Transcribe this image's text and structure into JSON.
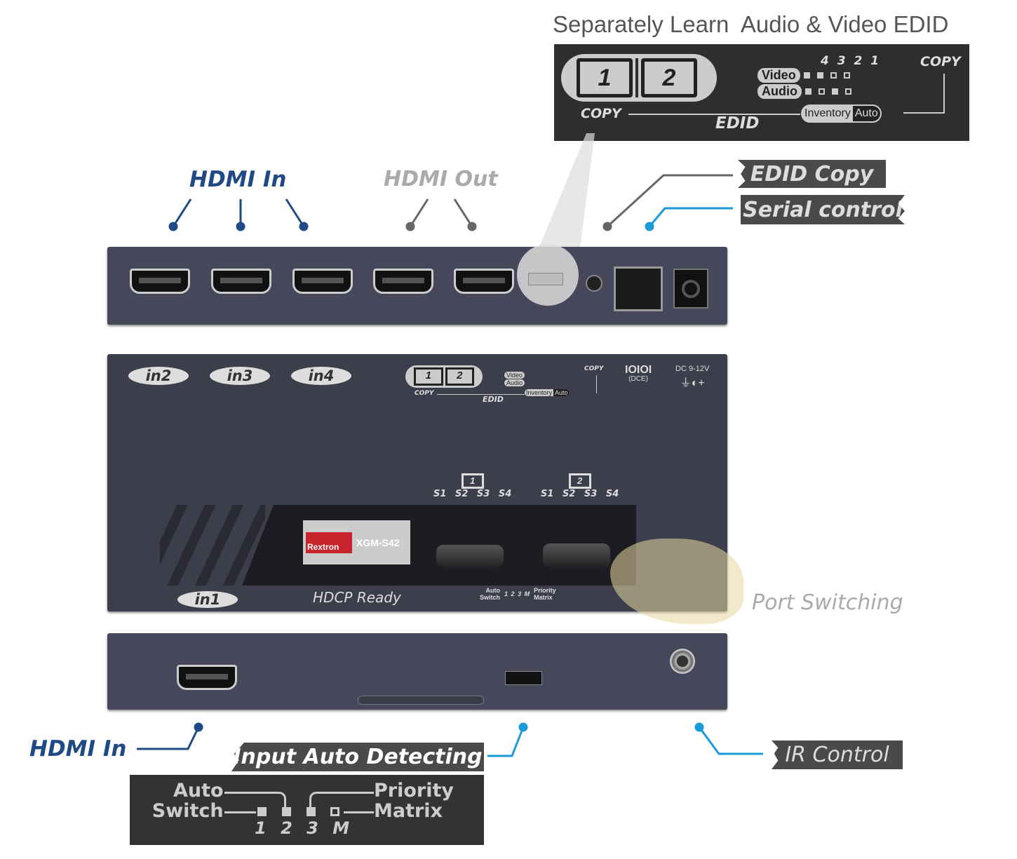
{
  "title": "Separately Learn  Audio & Video EDID",
  "edid_panel": {
    "monitors": [
      "1",
      "2"
    ],
    "port_numbers": [
      "4",
      "3",
      "2",
      "1"
    ],
    "rows": [
      "Video",
      "Audio"
    ],
    "copy_left": "COPY",
    "copy_right": "COPY",
    "edid": "EDID",
    "inventory": "Inventory",
    "auto": "Auto"
  },
  "labels": {
    "hdmi_in_top": "HDMI In",
    "hdmi_out": "HDMI Out",
    "edid_copy": "EDID Copy",
    "serial_control": "Serial control",
    "port_switching": "Port Switching",
    "hdmi_in_bottom": "HDMI In",
    "input_auto_detecting": "Input Auto Detecting",
    "ir_control": "IR Control"
  },
  "device_top": {
    "inputs": [
      "in2",
      "in3",
      "in4"
    ],
    "input1": "in1",
    "serial": "IOIOI",
    "serial_sub": "(DCE)",
    "power": "DC 9-12V",
    "power_symbol": "+",
    "outputs": [
      "1",
      "2"
    ],
    "sources": [
      "S1",
      "S2",
      "S3",
      "S4"
    ],
    "model": "XGM-S42",
    "brand": "Rextron",
    "hdcp": "HDCP Ready",
    "auto_switch": "Auto Switch",
    "priority_matrix": "Priority Matrix",
    "modes": [
      "1",
      "2",
      "3",
      "M"
    ]
  },
  "zoom_panel": {
    "auto": "Auto",
    "switch": "Switch",
    "priority": "Priority",
    "matrix": "Matrix",
    "modes": [
      "1",
      "2",
      "3",
      "M"
    ]
  }
}
